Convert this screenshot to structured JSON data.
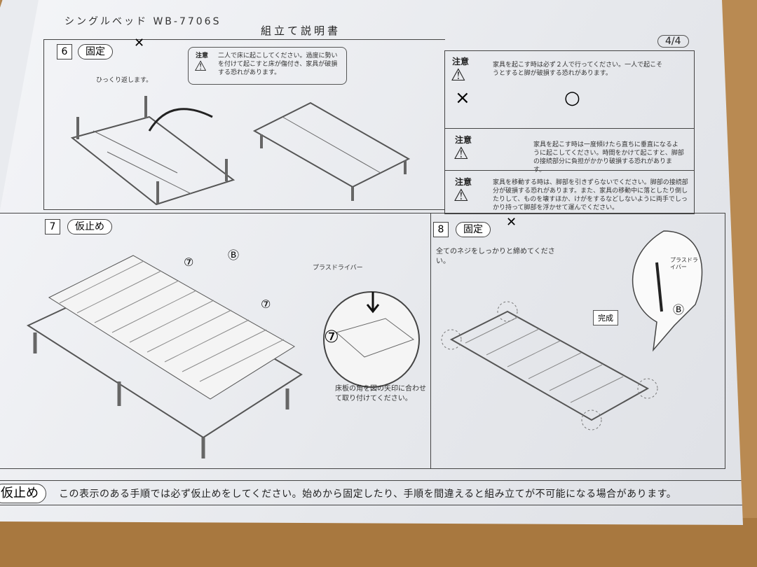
{
  "header": {
    "product": "シングルベッド WB-7706S",
    "title": "組立て説明書",
    "page": "4/4"
  },
  "step6": {
    "number": "6",
    "label": "固定",
    "instruction": "ひっくり返します。",
    "caution": {
      "label": "注意",
      "text": "二人で床に起こしてください。過度に勢いを付けて起こすと床が傷付き、家具が破損する恐れがあります。"
    }
  },
  "cautions": [
    {
      "label": "注意",
      "text": "家具を起こす時は必ず２人で行ってください。一人で起こそうとすると脚が破損する恐れがあります。",
      "wrong": "×",
      "right": "○"
    },
    {
      "label": "注意",
      "text": "家具を起こす時は一度傾けたら直ちに垂直になるように起こしてください。時間をかけて起こすと、脚部の接続部分に負担がかかり破損する恐れがあります。"
    },
    {
      "label": "注意",
      "text": "家具を移動する時は、脚部を引きずらないでください。脚部の接続部分が破損する恐れがあります。また、家具の移動中に落としたり倒したりして、ものを壊すほか、けがをするなどしないように両手でしっかり持って脚部を浮かせて運んでください。"
    }
  ],
  "step7": {
    "number": "7",
    "label": "仮止め",
    "part7": "⑦",
    "partB": "Ⓑ",
    "tool": "プラスドライバー",
    "instruction": "床板の角を図の矢印に合わせて取り付けてください。"
  },
  "step8": {
    "number": "8",
    "label": "固定",
    "instruction": "全てのネジをしっかりと締めてください。",
    "done": "完成",
    "tool": "プラスドライバー",
    "partB": "Ⓑ"
  },
  "footer": {
    "label": "仮止め",
    "text": "この表示のある手順では必ず仮止めをしてください。始めから固定したり、手順を間違えると組み立てが不可能になる場合があります。"
  }
}
